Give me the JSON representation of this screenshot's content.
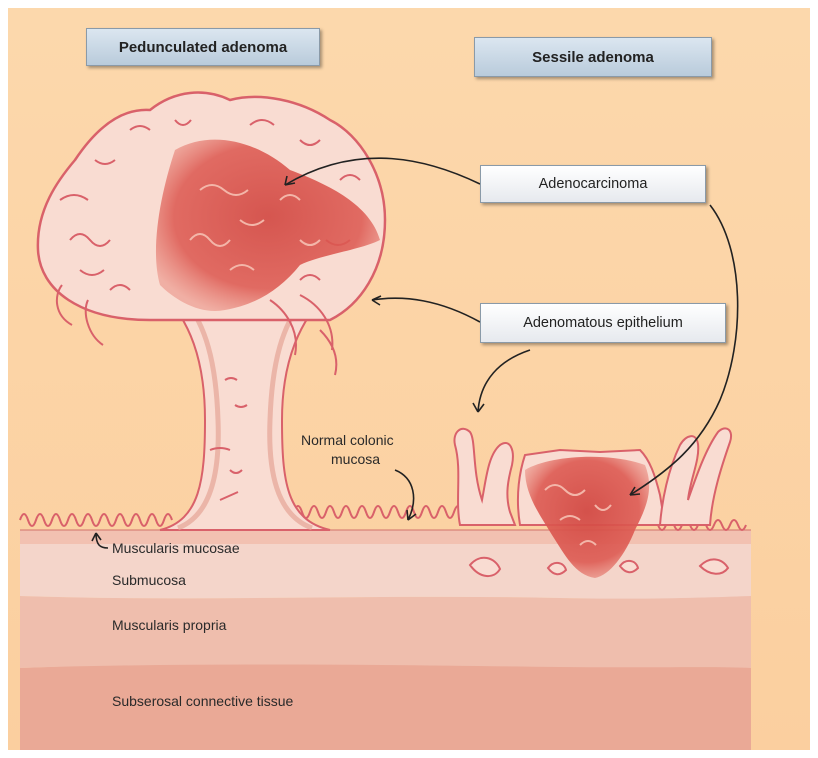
{
  "headers": {
    "pedunculated": "Pedunculated adenoma",
    "sessile": "Sessile adenoma"
  },
  "callouts": {
    "adenocarcinoma": "Adenocarcinoma",
    "adenomatous_epithelium": "Adenomatous epithelium"
  },
  "normal_mucosa": {
    "line1": "Normal colonic",
    "line2": "mucosa"
  },
  "layers": {
    "muscularis_mucosae": "Muscularis mucosae",
    "submucosa": "Submucosa",
    "muscularis_propria": "Muscularis propria",
    "subserosa": "Subserosal connective tissue"
  },
  "colors": {
    "background": "#fbd4a6",
    "epithelium_fill": "#f9dcd2",
    "epithelium_outline": "#d9616a",
    "carcinoma": "#d9514a",
    "mucosa_band": "#f3c3b4",
    "submucosa": "#f3d6cb",
    "propria": "#efbfaf",
    "subserosa": "#e9ab9a"
  }
}
